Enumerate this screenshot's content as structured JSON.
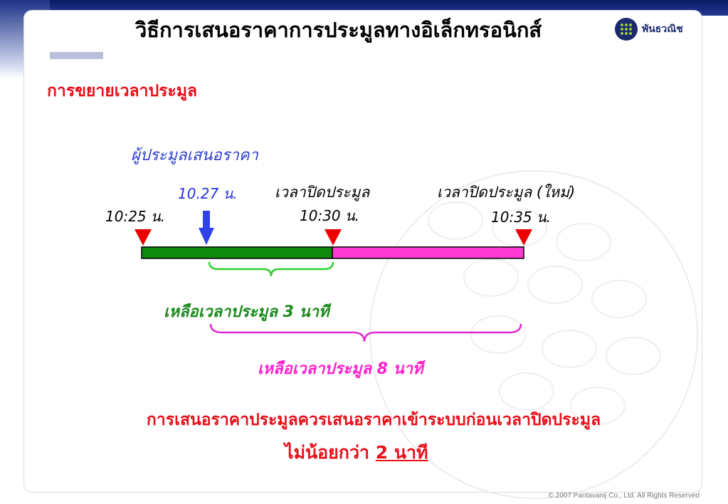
{
  "header": {
    "title": "วิธีการเสนอราคาการประมูลทางอิเล็กทรอนิกส์",
    "logo_text": "พันธวณิช",
    "logo_icon": "dotted-globe-icon"
  },
  "subtitle": "การขยายเวลาประมูล",
  "diagram": {
    "bidder_label": "ผู้ประมูลเสนอราคา",
    "bid_time": "10.27 น.",
    "start_time": "10:25 น.",
    "close_label": "เวลาปิดประมูล",
    "close_time": "10:30 น.",
    "new_close_label": "เวลาปิดประมูล (ใหม่)",
    "new_close_time": "10:35 น.",
    "remaining_3": "เหลือเวลาประมูล 3 นาที",
    "remaining_8": "เหลือเวลาประมูล 8 นาที",
    "colors": {
      "original_period": "#0d8a0d",
      "extended_period": "#ff3ad2",
      "marker": "#ee0000",
      "arrow": "#2f43e6"
    }
  },
  "note": {
    "line1": "การเสนอราคาประมูลควรเสนอราคาเข้าระบบก่อนเวลาปิดประมูล",
    "line2_prefix": "ไม่น้อยกว่า",
    "line2_value": "2 นาที"
  },
  "footer": {
    "copyright": "© 2007 Pantavanij Co., Ltd. All Rights Reserved"
  }
}
